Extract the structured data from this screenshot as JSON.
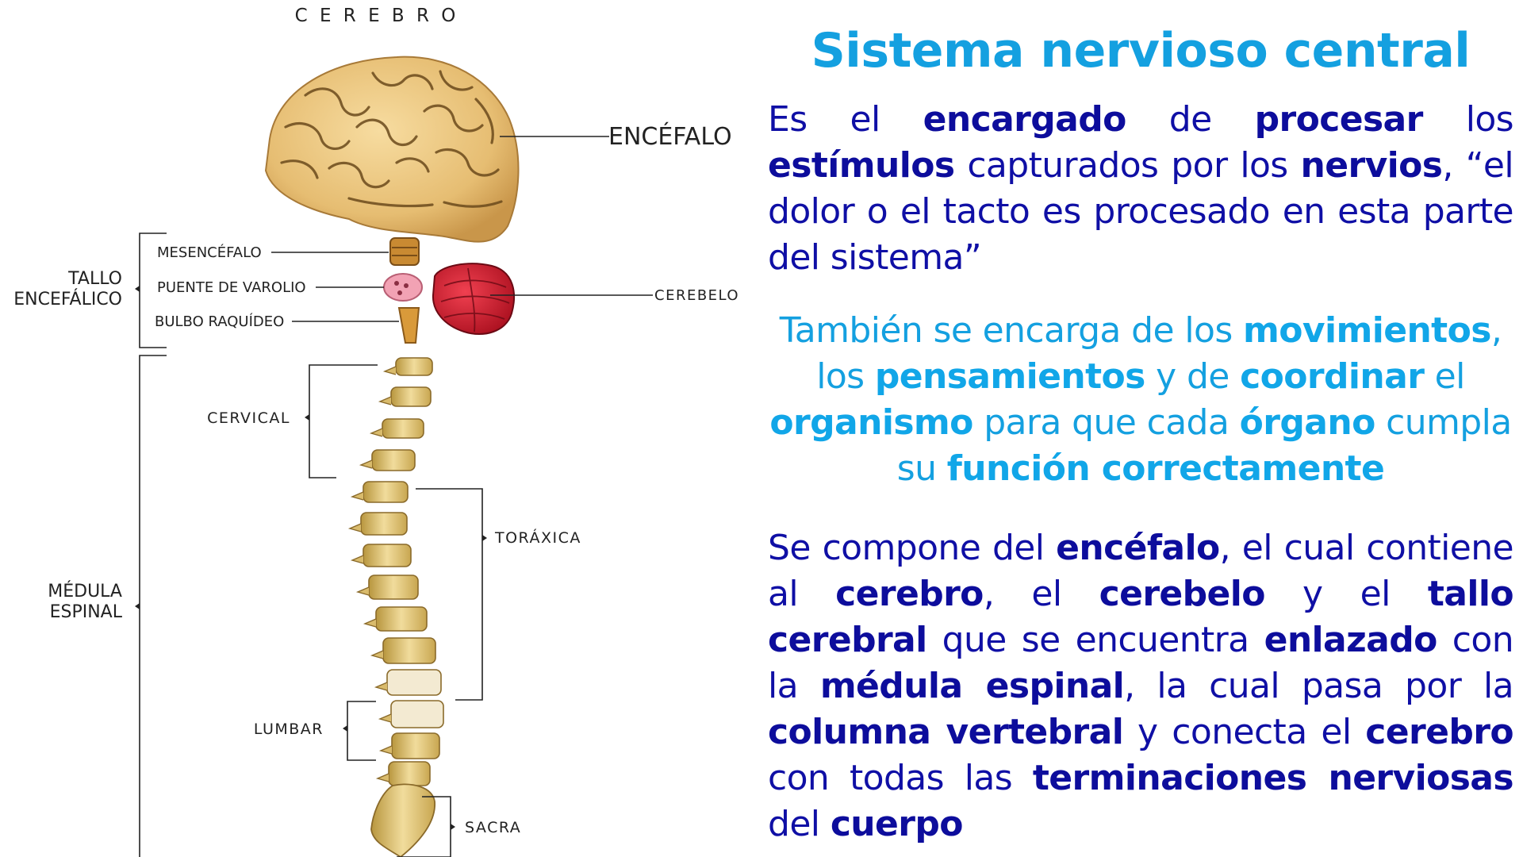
{
  "diagram": {
    "header": "C E R E B R O",
    "labels": {
      "encefalo": "ENCÉFALO",
      "mesencefalo": "MESENCÉFALO",
      "puente": "PUENTE DE VAROLIO",
      "bulbo": "BULBO RAQUÍDEO",
      "cerebelo": "CEREBELO",
      "tallo_1": "TALLO",
      "tallo_2": "ENCEFÁLICO",
      "cervical": "CERVICAL",
      "toracica": "TORÁXICA",
      "medula_1": "MÉDULA",
      "medula_2": "ESPINAL",
      "lumbar": "LUMBAR",
      "sacra": "SACRA"
    }
  },
  "text": {
    "title": "Sistema nervioso central",
    "p1": [
      {
        "t": "Es el ",
        "b": false
      },
      {
        "t": "encargado",
        "b": true
      },
      {
        "t": " de ",
        "b": false
      },
      {
        "t": "procesar",
        "b": true
      },
      {
        "t": " los ",
        "b": false
      },
      {
        "t": "estímulos",
        "b": true
      },
      {
        "t": " capturados por los ",
        "b": false
      },
      {
        "t": "nervios",
        "b": true
      },
      {
        "t": ", “el dolor o el tacto es procesado en esta parte del sistema”",
        "b": false
      }
    ],
    "p2": [
      {
        "t": "También se encarga de los ",
        "b": false
      },
      {
        "t": "movimientos",
        "b": true
      },
      {
        "t": ", los ",
        "b": false
      },
      {
        "t": "pensamientos",
        "b": true
      },
      {
        "t": " y de ",
        "b": false
      },
      {
        "t": "coordinar",
        "b": true
      },
      {
        "t": " el ",
        "b": false
      },
      {
        "t": "organismo",
        "b": true
      },
      {
        "t": " para que cada ",
        "b": false
      },
      {
        "t": "órgano",
        "b": true
      },
      {
        "t": " cumpla su ",
        "b": false
      },
      {
        "t": "función correctamente",
        "b": true
      }
    ],
    "p3": [
      {
        "t": "Se compone del ",
        "b": false
      },
      {
        "t": "encéfalo",
        "b": true
      },
      {
        "t": ", el cual contiene al ",
        "b": false
      },
      {
        "t": "cerebro",
        "b": true
      },
      {
        "t": ", el ",
        "b": false
      },
      {
        "t": "cerebelo",
        "b": true
      },
      {
        "t": " y el ",
        "b": false
      },
      {
        "t": "tallo cerebral",
        "b": true
      },
      {
        "t": " que se encuentra ",
        "b": false
      },
      {
        "t": "enlazado",
        "b": true
      },
      {
        "t": " con la ",
        "b": false
      },
      {
        "t": "médula espinal",
        "b": true
      },
      {
        "t": ", la cual pasa por la ",
        "b": false
      },
      {
        "t": "columna vertebral",
        "b": true
      },
      {
        "t": " y conecta el ",
        "b": false
      },
      {
        "t": "cerebro",
        "b": true
      },
      {
        "t": " con todas las ",
        "b": false
      },
      {
        "t": "terminaciones nerviosas",
        "b": true
      },
      {
        "t": " del ",
        "b": false
      },
      {
        "t": "cuerpo",
        "b": true
      }
    ]
  },
  "colors": {
    "title": "#14a0e0",
    "dark_text": "#0f0fa5",
    "light_text": "#14a0e0",
    "brain": "#e8c17a",
    "cerebellum": "#d31c2c",
    "spine": "#e0c880"
  }
}
